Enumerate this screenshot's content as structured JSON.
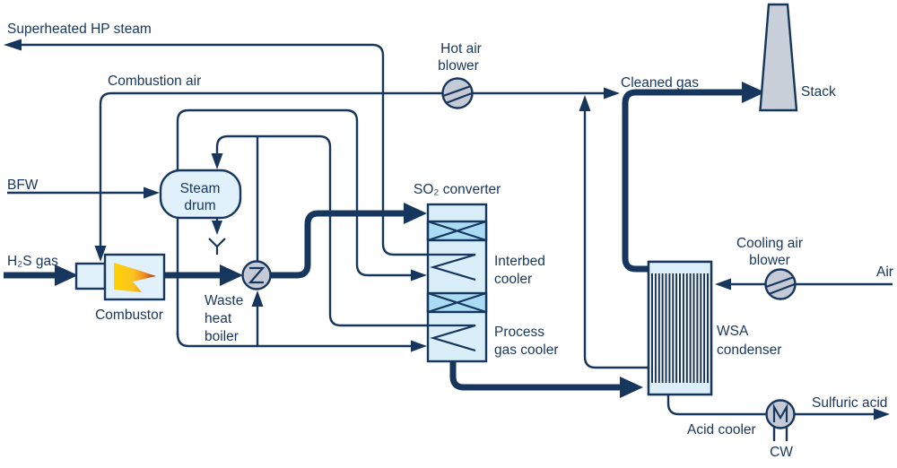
{
  "diagram": {
    "type": "process-flow-diagram",
    "subject": "WSA sulfuric acid plant"
  },
  "colors": {
    "line": "#17365d",
    "text": "#17365d",
    "equipment_fill": "#e1f1fb",
    "converter_fill": "#daeefa",
    "bed_fill": "#a9dcf4",
    "header_fill": "#ddeffb",
    "gray_fill": "#c4cbd6",
    "stack_fill": "#c9d0da",
    "flame_yellow": "#ffd200",
    "flame_red": "#a93524",
    "background": "#ffffff"
  },
  "labels": {
    "superheated_hp_steam": "Superheated HP steam",
    "combustion_air": "Combustion air",
    "hot_air_blower": [
      "Hot air",
      "blower"
    ],
    "cleaned_gas": "Cleaned gas",
    "stack": "Stack",
    "bfw": "BFW",
    "steam_drum": [
      "Steam",
      "drum"
    ],
    "h2s_gas": "H₂S gas",
    "combustor": "Combustor",
    "waste_heat_boiler": [
      "Waste",
      "heat",
      "boiler"
    ],
    "so2_converter": "SO₂ converter",
    "interbed_cooler": [
      "Interbed",
      "cooler"
    ],
    "process_gas_cooler": [
      "Process",
      "gas cooler"
    ],
    "cooling_air_blower": [
      "Cooling air",
      "blower"
    ],
    "air": "Air",
    "wsa_condenser": [
      "WSA",
      "condenser"
    ],
    "sulfuric_acid": "Sulfuric acid",
    "acid_cooler": "Acid cooler",
    "cw": "CW"
  }
}
